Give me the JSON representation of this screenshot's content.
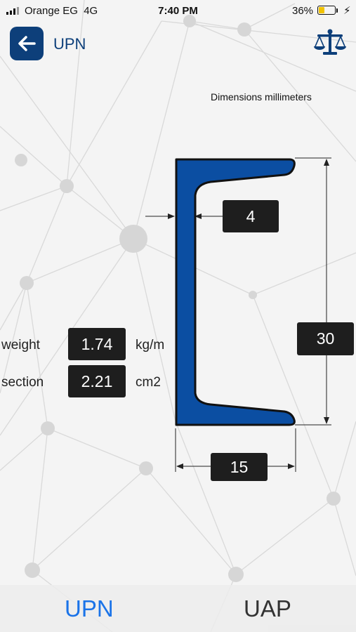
{
  "status_bar": {
    "carrier": "Orange EG",
    "network": "4G",
    "time": "7:40 PM",
    "battery_percent": "36%",
    "battery_level": 0.36,
    "battery_color": "#f2c300"
  },
  "nav": {
    "back_icon": "back-arrow-icon",
    "title": "UPN",
    "compare_icon": "balance-scale-icon",
    "accent_color": "#0d3f7a"
  },
  "drawing": {
    "units_note": "Dimensions millimeters",
    "profile_color": "#0b4ea2",
    "web_thickness": "4",
    "height": "30",
    "flange_width": "15"
  },
  "properties": {
    "weight_label": "weight",
    "weight_value": "1.74",
    "weight_unit": "kg/m",
    "section_label": "section",
    "section_value": "2.21",
    "section_unit": "cm2"
  },
  "tabs": {
    "active_color": "#1a73e8",
    "items": [
      {
        "label": "UPN",
        "active": true
      },
      {
        "label": "UAP",
        "active": false
      }
    ]
  }
}
